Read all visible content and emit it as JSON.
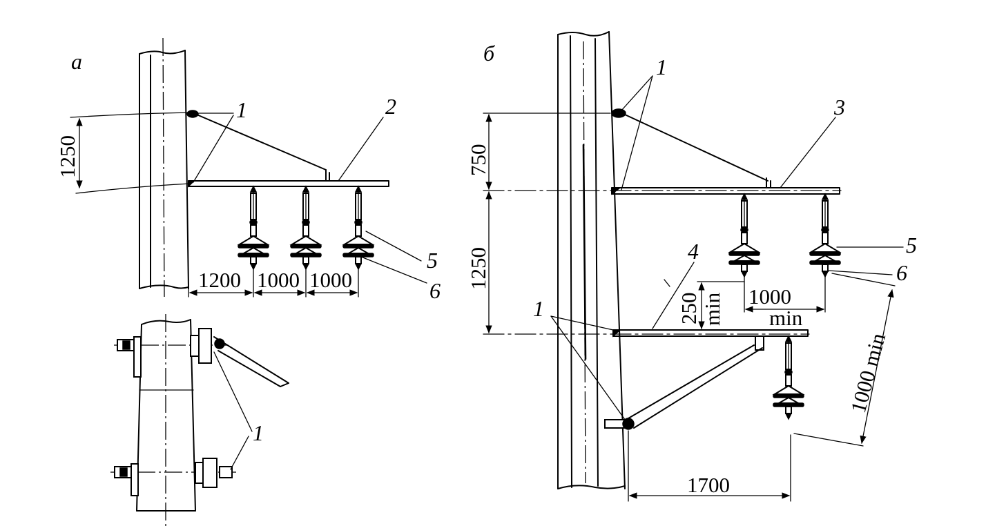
{
  "panel_a": {
    "label": "а",
    "dim_vertical": "1250",
    "dim_spacing_1": "1200",
    "dim_spacing_2": "1000",
    "dim_spacing_3": "1000",
    "callout_1": "1",
    "callout_2": "2",
    "callout_5": "5",
    "callout_6": "6",
    "callout_1_plan": "1"
  },
  "panel_b": {
    "label": "б",
    "dim_vertical_upper": "750",
    "dim_vertical_lower": "1250",
    "dim_250": "250",
    "dim_250_min": "min",
    "dim_1000": "1000",
    "dim_1000_min": "min",
    "dim_1000_diag": "1000 min",
    "dim_1700": "1700",
    "callout_1_top": "1",
    "callout_1_bottom": "1",
    "callout_3": "3",
    "callout_4": "4",
    "callout_5": "5",
    "callout_6": "6"
  }
}
